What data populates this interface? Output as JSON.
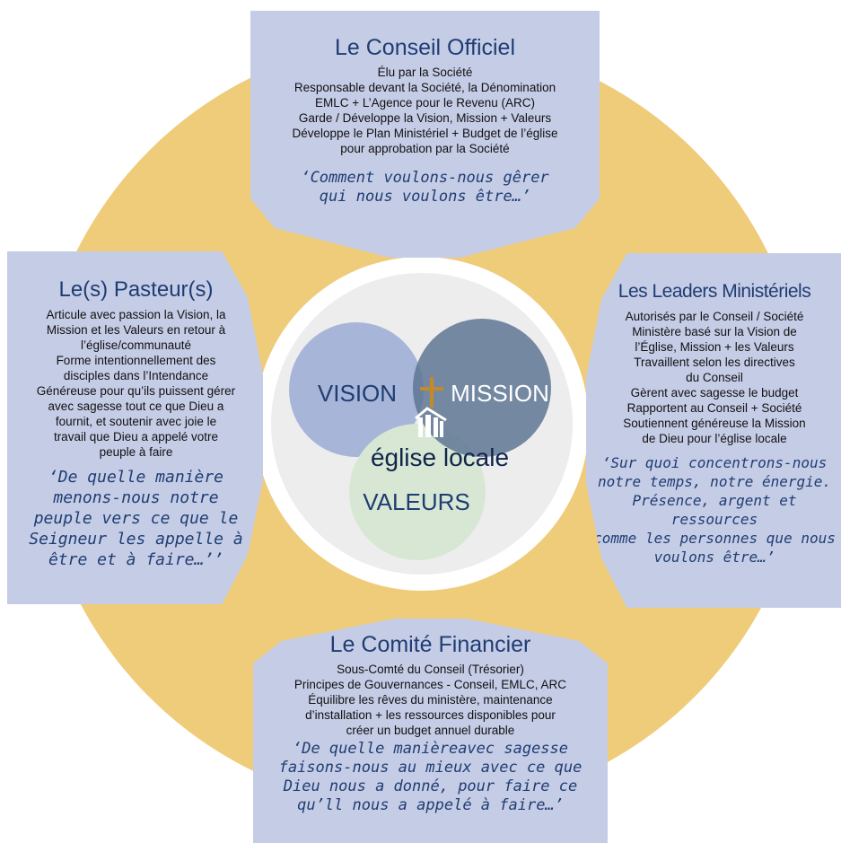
{
  "colors": {
    "ring": "#eecc7a",
    "panel": "#c5cce6",
    "title": "#1f3d72",
    "vision_circle": "#a7b5d8",
    "mission_circle": "#5e7594",
    "valeurs_circle": "#d7e7d4"
  },
  "top": {
    "title": "Le Conseil Officiel",
    "lines": [
      "Élu par la Société",
      "Responsable devant la Société, la Dénomination",
      "EMLC + L’Agence pour le Revenu (ARC)",
      "Garde / Développe la Vision, Mission + Valeurs",
      "Développe le Plan Ministériel + Budget de l’église",
      "pour approbation par la Société"
    ],
    "quote": [
      "‘Comment voulons-nous gêrer",
      "qui nous voulons être…’"
    ]
  },
  "left": {
    "title": "Le(s) Pasteur(s)",
    "lines": [
      "Articule avec passion la Vision, la",
      "Mission  et les Valeurs en retour à",
      "l’église/communauté",
      "Forme intentionnellement des",
      "disciples dans l’Intendance",
      "Généreuse pour qu’ils puissent gérer",
      "avec sagesse tout ce que Dieu a",
      "fournit, et soutenir avec joie le",
      "travail que Dieu a appelé votre",
      "peuple à faire"
    ],
    "quote": [
      "‘De quelle manière",
      "menons-nous notre",
      "peuple vers ce que le",
      "Seigneur les appelle à",
      "être et à faire…’’"
    ]
  },
  "right": {
    "title": "Les Leaders Ministériels",
    "lines": [
      "Autorisés par le Conseil / Société",
      "Ministère basé sur la Vision de",
      "l’Église, Mission + les Valeurs",
      "Travaillent selon les directives",
      "du Conseil",
      "Gèrent avec sagesse le budget",
      "Rapportent au Conseil + Société",
      "Soutiennent généreuse la Mission",
      "de Dieu pour l’église locale"
    ],
    "quote": [
      "‘Sur quoi concentrons-nous",
      "notre temps, notre énergie.",
      "Présence, argent et ressources",
      "comme les personnes que nous",
      "voulons être…’"
    ]
  },
  "bottom": {
    "title": "Le Comité Financier",
    "lines": [
      "Sous-Comté du Conseil (Trésorier)",
      "Principes de Gouvernances - Conseil, EMLC, ARC",
      "Équilibre les rêves du ministère, maintenance",
      "d’installation + les ressources disponibles pour",
      "créer un budget annuel durable"
    ],
    "quote": [
      "‘De quelle manièreavec sagesse",
      "faisons-nous au mieux avec ce que",
      "Dieu nous a donné, pour faire ce",
      "qu’ll nous a appelé à faire…’"
    ]
  },
  "center": {
    "vision": "VISION",
    "mission": "MISSION",
    "valeurs": "VALEURS",
    "eglise": "église locale",
    "icon": "church-icon"
  }
}
